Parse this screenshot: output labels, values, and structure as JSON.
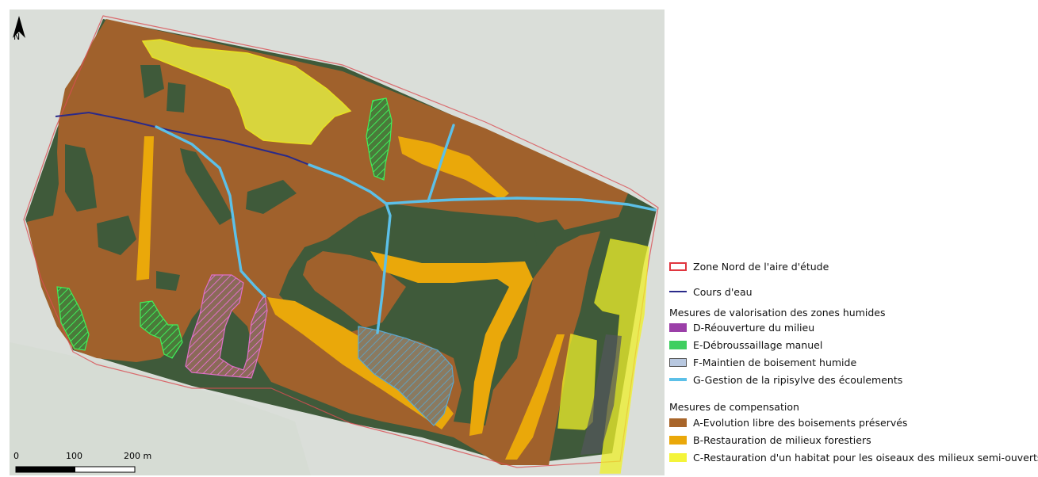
{
  "north": {
    "label": "N"
  },
  "scale_bar": {
    "ticks": [
      "0",
      "100",
      "200 m"
    ]
  },
  "legend": {
    "study_area": {
      "label": "Zone Nord de l'aire d'étude",
      "color": "#e0363f"
    },
    "stream": {
      "label": "Cours d'eau",
      "color": "#2a2a8a"
    },
    "group_wetlands": "Mesures de valorisation des zones humides",
    "wetland_items": [
      {
        "code": "D",
        "label": "D-Réouverture du milieu",
        "color": "#9b3fa8"
      },
      {
        "code": "E",
        "label": "E-Débroussaillage manuel",
        "color": "#3fcf5f"
      },
      {
        "code": "F",
        "label": "F-Maintien de boisement humide",
        "color": "#b8c8e0"
      },
      {
        "code": "G",
        "label": "G-Gestion de la ripisylve des écoulements",
        "color": "#5cc0e8"
      }
    ],
    "group_compensation": "Mesures de compensation",
    "compensation_items": [
      {
        "code": "A",
        "label": "A-Evolution libre des boisements préservés",
        "color": "#a8652a"
      },
      {
        "code": "B",
        "label": "B-Restauration de milieux forestiers",
        "color": "#eaa80a"
      },
      {
        "code": "C",
        "label": "C-Restauration d'un habitat pour les oiseaux des milieux semi-ouverts",
        "color": "#f4f43a"
      }
    ]
  }
}
